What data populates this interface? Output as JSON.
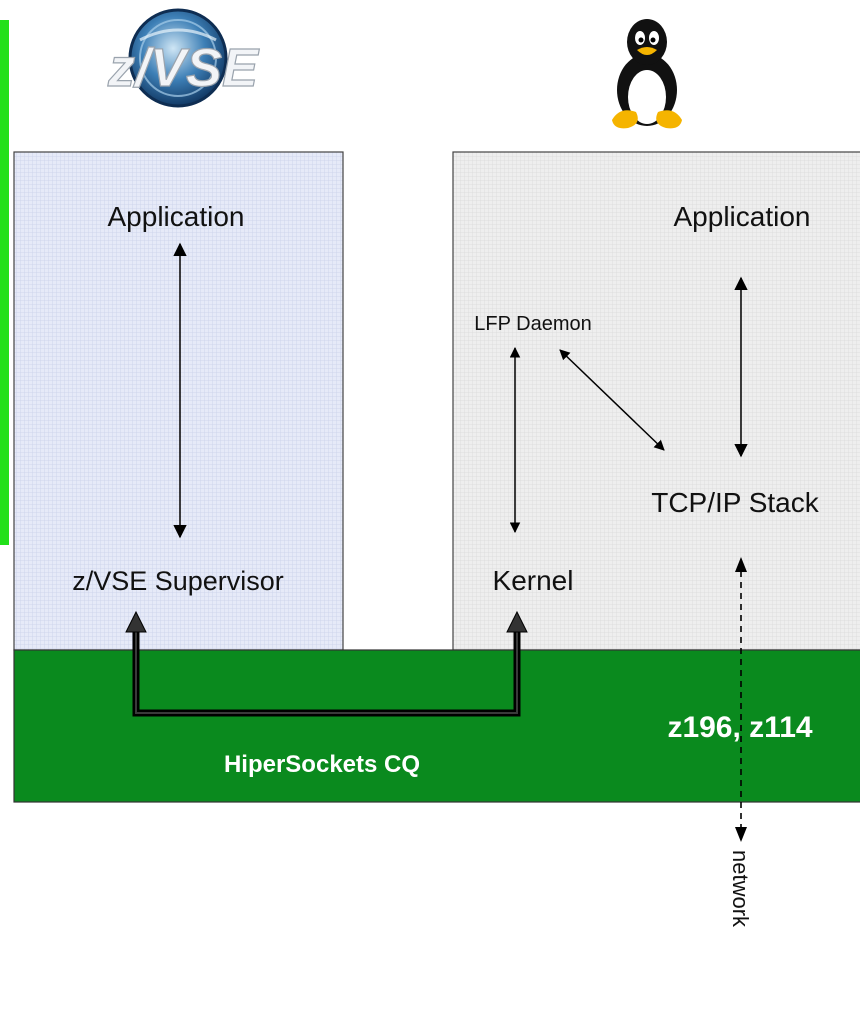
{
  "logos": {
    "zvse": "z/VSE",
    "linux": "penguin"
  },
  "left_panel": {
    "application": "Application",
    "supervisor": "z/VSE Supervisor"
  },
  "right_panel": {
    "application": "Application",
    "lfp_daemon": "LFP Daemon",
    "tcpip_stack": "TCP/IP Stack",
    "kernel": "Kernel"
  },
  "base": {
    "hipersockets": "HiperSockets CQ",
    "machines": "z196, z114"
  },
  "network_label": "network",
  "colors": {
    "left_panel_bg": "#e4e8f6",
    "right_panel_bg": "#ececec",
    "base_green": "#0a8a1e",
    "accent_bar": "#22e01a",
    "label_white": "#ffffff"
  }
}
